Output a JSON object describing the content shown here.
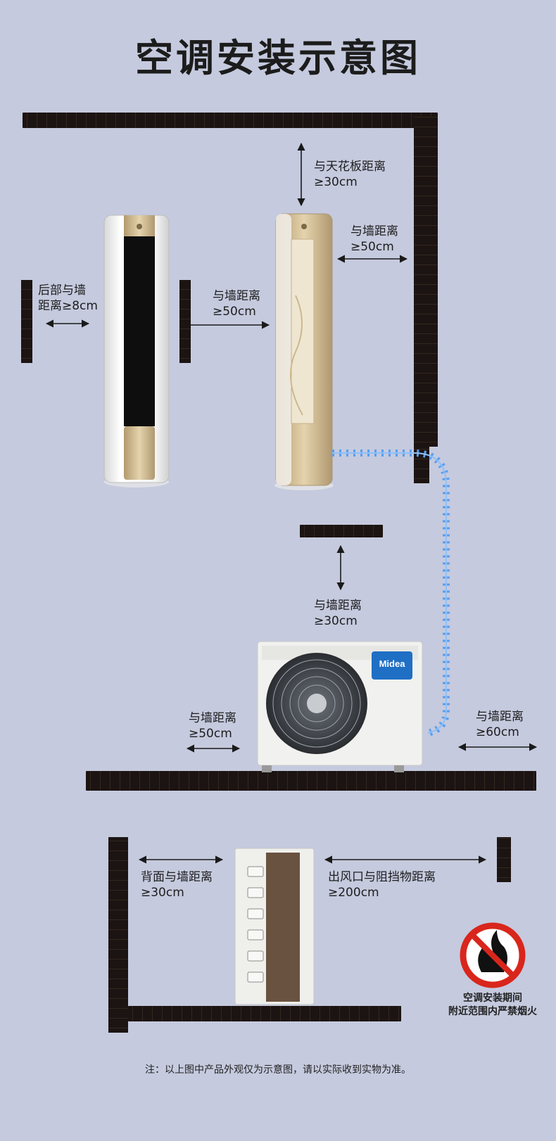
{
  "title": "空调安装示意图",
  "labels": {
    "ceiling": [
      "与天花板距离",
      "≥30cm"
    ],
    "right_wall": [
      "与墙距离",
      "≥50cm"
    ],
    "back_wall": [
      "后部与墙",
      "距离≥8cm"
    ],
    "side_wall": [
      "与墙距离",
      "≥50cm"
    ],
    "outdoor_top": [
      "与墙距离",
      "≥30cm"
    ],
    "outdoor_left": [
      "与墙距离",
      "≥50cm"
    ],
    "outdoor_right": [
      "与墙距离",
      "≥60cm"
    ],
    "back_face": [
      "背面与墙距离",
      "≥30cm"
    ],
    "outlet": [
      "出风口与阻挡物距离",
      "≥200cm"
    ]
  },
  "brand": "Midea",
  "warning": [
    "空调安装期间",
    "附近范围内严禁烟火"
  ],
  "note": "注：以上图中产品外观仅为示意图，请以实际收到实物为准。",
  "colors": {
    "background": "#c5cade",
    "wall": "#1c1412",
    "pipe": "#5a9ef0",
    "gold": "#c9b48a",
    "prohibit_red": "#d9261c",
    "brand_blue": "#1f6fc5"
  },
  "icons": [
    "no-fire-icon",
    "arrow-icon",
    "fan-icon"
  ]
}
